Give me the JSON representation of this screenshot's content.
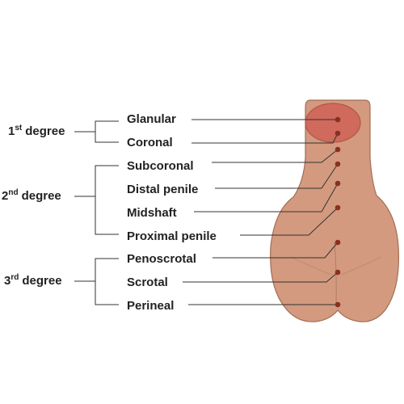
{
  "colors": {
    "skin": "#D39A7F",
    "skin_outline": "#A16E55",
    "glans": "#CF6A5C",
    "glans_outline": "#B5564A",
    "dot": "#8A2F26",
    "text": "#222222",
    "line": "#333333"
  },
  "groups": [
    {
      "name": "1",
      "suffix": "st",
      "word": "degree"
    },
    {
      "name": "2",
      "suffix": "nd",
      "word": "degree"
    },
    {
      "name": "3",
      "suffix": "rd",
      "word": "degree"
    }
  ],
  "sites": [
    {
      "label": "Glanular"
    },
    {
      "label": "Coronal"
    },
    {
      "label": "Subcoronal"
    },
    {
      "label": "Distal penile"
    },
    {
      "label": "Midshaft"
    },
    {
      "label": "Proximal penile"
    },
    {
      "label": "Penoscrotal"
    },
    {
      "label": "Scrotal"
    },
    {
      "label": "Perineal"
    }
  ]
}
